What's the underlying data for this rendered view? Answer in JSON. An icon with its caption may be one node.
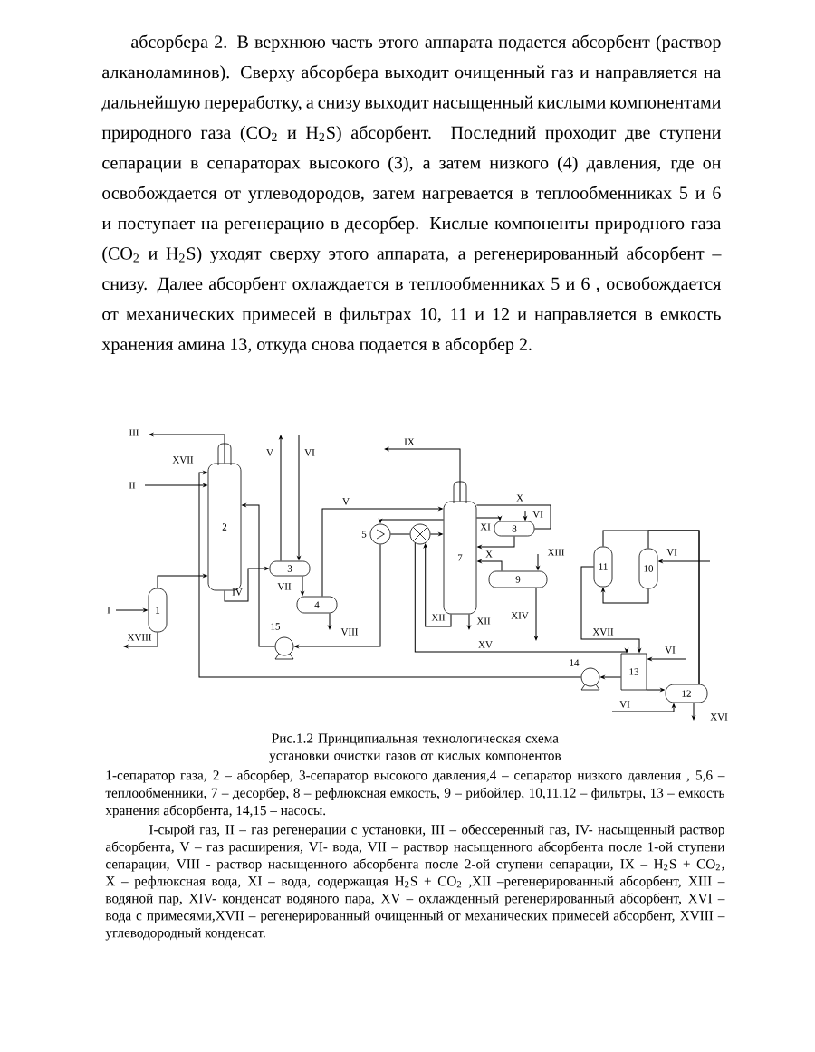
{
  "diagram": {
    "caption": "Рис.1.2 Принципиальная технологическая схема установки очистки газов от кислых компонентов",
    "nodes": [
      {
        "text": [
          "1"
        ]
      },
      {
        "text": [
          "2"
        ]
      },
      {
        "text": [
          "3"
        ]
      },
      {
        "text": [
          "4"
        ]
      },
      {
        "text": [],
        "shape": "circle",
        "beside": [
          "5"
        ]
      },
      {
        "text": [],
        "shape": "circle"
      },
      {
        "text": [
          "7"
        ]
      },
      {
        "text": [
          "8"
        ]
      },
      {
        "text": [
          "9"
        ]
      },
      {
        "text": [
          "11"
        ]
      },
      {
        "text": [
          "10"
        ]
      },
      {
        "text": [
          "13"
        ]
      },
      {
        "text": [
          "12"
        ]
      },
      {
        "text": [],
        "shape": "circle",
        "beside": [
          "14"
        ]
      },
      {
        "text": [],
        "shape": "circle",
        "beside": [
          "15"
        ]
      }
    ],
    "edges": [
      {
        "from": null,
        "to": 0,
        "arrow": "to",
        "label": "I"
      },
      {
        "from": 0,
        "to": null,
        "arrow": "to",
        "label": "XVIII"
      },
      {
        "from": 0,
        "to": 1,
        "arrow": "to"
      },
      {
        "from": 1,
        "to": null,
        "arrow": "to",
        "label": "III"
      },
      {
        "from": null,
        "to": 1,
        "arrow": "to",
        "label": "II"
      },
      {
        "from": 13,
        "to": 1,
        "arrow": "to",
        "label": "XVII"
      },
      {
        "from": 1,
        "to": 2,
        "arrow": "to",
        "label": "IV"
      },
      {
        "from": 2,
        "to": null,
        "arrow": "to",
        "label": "V"
      },
      {
        "from": null,
        "to": 2,
        "arrow": "to",
        "label": "VI"
      },
      {
        "from": 2,
        "to": 3,
        "arrow": "to",
        "label": "VII"
      },
      {
        "from": 3,
        "to": 6,
        "arrow": "to",
        "label": "V"
      },
      {
        "from": 3,
        "to": null,
        "arrow": "to",
        "label": "VIII"
      },
      {
        "from": 14,
        "to": 1,
        "arrow": "to"
      },
      {
        "from": 4,
        "to": 14,
        "arrow": "to"
      },
      {
        "from": 5,
        "to": 4,
        "arrow": "none"
      },
      {
        "from": 5,
        "to": 6,
        "arrow": "to"
      },
      {
        "from": 6,
        "to": 4,
        "arrow": "to"
      },
      {
        "from": 6,
        "to": null,
        "arrow": "to",
        "label": "IX"
      },
      {
        "from": 6,
        "to": 7,
        "arrow": "to",
        "label": "XI"
      },
      {
        "from": 6,
        "to": 7,
        "arrow": "none",
        "label": "X"
      },
      {
        "from": 7,
        "to": 6,
        "arrow": "to",
        "label": "X"
      },
      {
        "from": null,
        "to": 7,
        "arrow": "to",
        "label": "VI"
      },
      {
        "from": 8,
        "to": 6,
        "arrow": "to"
      },
      {
        "from": null,
        "to": 8,
        "arrow": "to",
        "label": "XIII"
      },
      {
        "from": 8,
        "to": null,
        "arrow": "to",
        "label": "XIV"
      },
      {
        "from": 6,
        "to": 5,
        "arrow": "to",
        "label": "XII"
      },
      {
        "from": 6,
        "to": null,
        "arrow": "to",
        "label": "XII"
      },
      {
        "from": 5,
        "to": 11,
        "arrow": "to",
        "label": "XV"
      },
      {
        "from": 11,
        "to": 13,
        "arrow": "to"
      },
      {
        "from": 11,
        "to": 12,
        "arrow": "to"
      },
      {
        "from": 12,
        "to": null,
        "arrow": "to",
        "label": "XVI"
      },
      {
        "from": null,
        "to": 12,
        "arrow": "to",
        "label": "VI"
      },
      {
        "from": 12,
        "to": 10,
        "arrow": "none"
      },
      {
        "from": 12,
        "to": 9,
        "arrow": "none"
      },
      {
        "from": 10,
        "to": 9,
        "arrow": "to"
      },
      {
        "from": 9,
        "to": 11,
        "arrow": "to",
        "label": "XVII"
      },
      {
        "from": null,
        "to": 10,
        "arrow": "to",
        "label": "VI"
      },
      {
        "from": null,
        "to": 11,
        "arrow": "to",
        "label": "VI"
      }
    ],
    "labels": [
      "абсорбера 2. В верхнюю часть этого аппарата подается абсорбент (раствор алканоламинов). Сверху абсорбера выходит очищенный газ и направляется на дальнейшую переработку, а снизу выходит насыщенный кислыми компонентами природного газа (CO$_{2}$ и H$_{2}$S) абсорбент. Последний проходит две ступени сепарации в сепараторах высокого (3), а затем низкого (4) давления, где он освобождается от углеводородов, затем нагревается в теплообменниках 5 и 6 и поступает на регенерацию в десорбер. Кислые компоненты природного газа (CO$_{2}$ и H$_{2}$S) уходят сверху этого аппарата, а регенерированный абсорбент – снизу. Далее абсорбент охлаждается в теплообменниках 5 и 6 , освобождается от механических примесей в фильтрах 10, 11 и 12 и направляется в емкость хранения амина 13, откуда снова подается в абсорбер 2.",
      "1-сепаратор газа, 2 – абсорбер, 3-сепаратор высокого давления,4 – сепаратор низкого давления , 5,6 – теплообменники, 7 – десорбер, 8 – рефлюксная емкость, 9 – рибойлер, 10,11,12 – фильтры, 13 – емкость хранения абсорбента, 14,15 – насосы.",
      "I-сырой газ, II – газ регенерации с установки, III – обессеренный газ, IV- насыщенный раствор абсорбента, V – газ расширения, VI- вода, VII – раствор насыщенного абсорбента после 1-ой ступени сепарации, VIII - раствор насыщенного абсорбента после 2-ой ступени сепарации, IX – H$_{2}$S + CO$_{2}$, X – рефлюксная вода, XI – вода, содержащая H$_{2}$S + CO$_{2}$ ,XII –регенерированный абсорбент, XIII – водяной пар, XIV- конденсат водяного пара, XV – охлажденный регенерированный абсорбент, XVI – вода с примесями,XVII – регенерированный очищенный от механических примесей абсорбент, XVIII – углеводородный конденсат."
    ]
  }
}
